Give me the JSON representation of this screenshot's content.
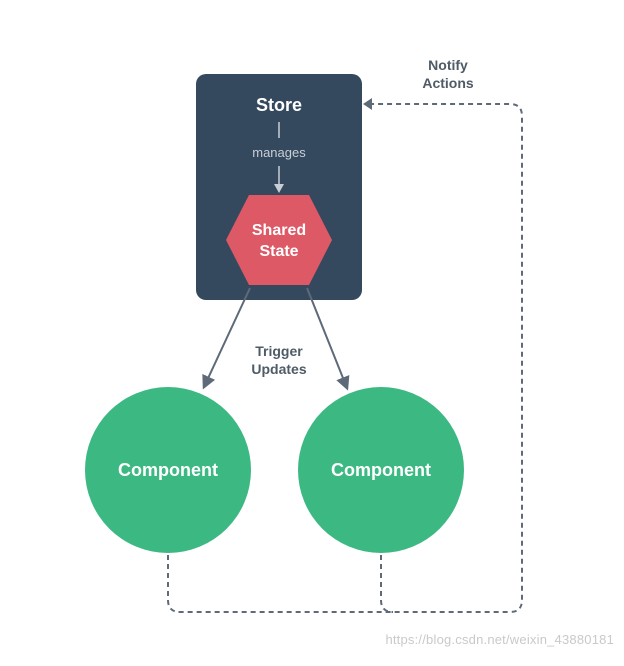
{
  "store": {
    "title": "Store",
    "manages_label": "manages"
  },
  "shared_state": {
    "line1": "Shared",
    "line2": "State"
  },
  "trigger": {
    "line1": "Trigger",
    "line2": "Updates"
  },
  "notify": {
    "line1": "Notify",
    "line2": "Actions"
  },
  "components": [
    {
      "label": "Component"
    },
    {
      "label": "Component"
    }
  ],
  "watermark": "https://blog.csdn.net/weixin_43880181",
  "colors": {
    "store_bg": "#35495e",
    "shared_state": "#dd5966",
    "component": "#3cb882",
    "arrow": "#5e6a78",
    "label_text": "#4f5b66",
    "white": "#ffffff"
  }
}
